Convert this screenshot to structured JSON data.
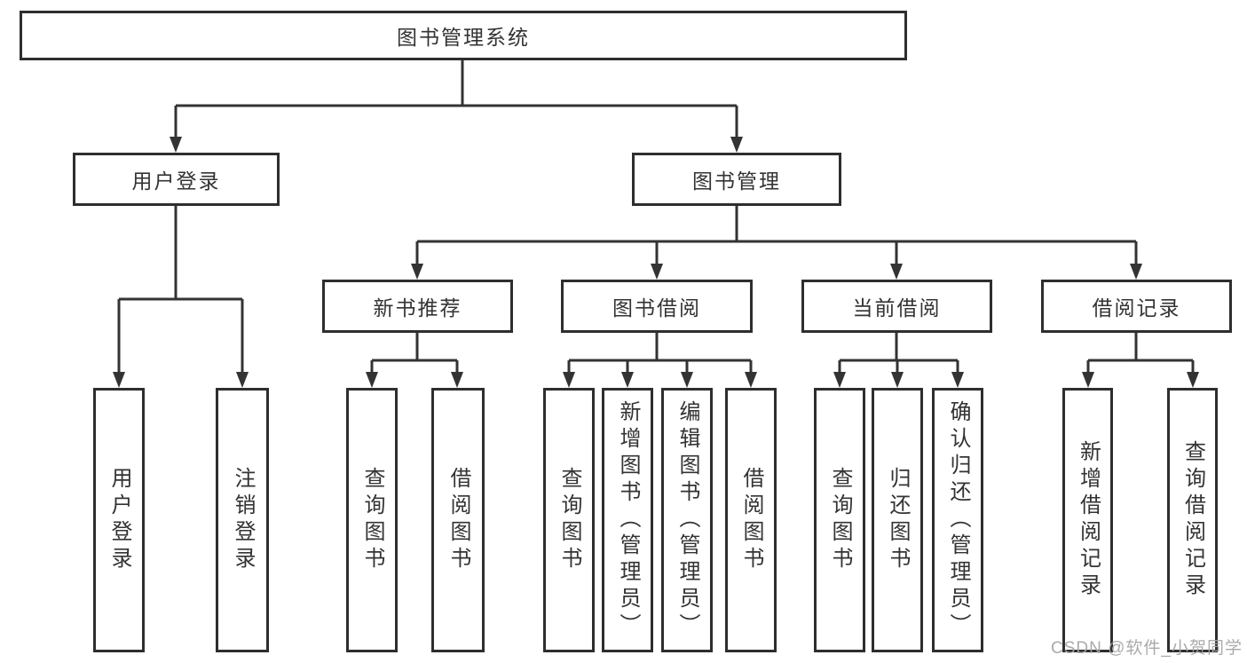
{
  "diagram_title": "图书管理系统",
  "tree": {
    "label": "图书管理系统",
    "children": [
      {
        "label": "用户登录",
        "children": [
          {
            "label": "用户登录"
          },
          {
            "label": "注销登录"
          }
        ]
      },
      {
        "label": "图书管理",
        "children": [
          {
            "label": "新书推荐",
            "children": [
              {
                "label": "查询图书"
              },
              {
                "label": "借阅图书"
              }
            ]
          },
          {
            "label": "图书借阅",
            "children": [
              {
                "label": "查询图书"
              },
              {
                "label": "新增图书（管理员）"
              },
              {
                "label": "编辑图书（管理员）"
              },
              {
                "label": "借阅图书"
              }
            ]
          },
          {
            "label": "当前借阅",
            "children": [
              {
                "label": "查询图书"
              },
              {
                "label": "归还图书"
              },
              {
                "label": "确认归还（管理员）"
              }
            ]
          },
          {
            "label": "借阅记录",
            "children": [
              {
                "label": "新增借阅记录"
              },
              {
                "label": "查询借阅记录"
              }
            ]
          }
        ]
      }
    ]
  },
  "watermark": {
    "text": "CSDN @软件_小贺同学"
  },
  "colors": {
    "line": "#333333",
    "box_border": "#2e2e2e",
    "box_background": "#ffffff",
    "text": "#333333",
    "watermark": "#a5a5a5",
    "page_background": "#ffffff"
  }
}
